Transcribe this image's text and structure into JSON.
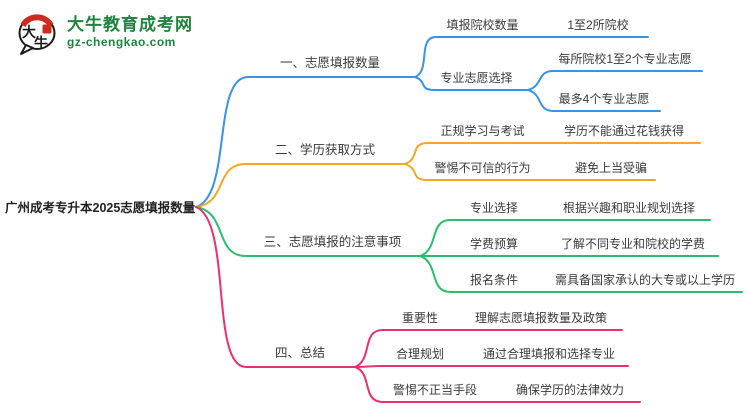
{
  "site": {
    "logo_title": "大牛教育成考网",
    "logo_domain": "gz-chengkao.com",
    "logo_char1": "大",
    "logo_char2": "牛",
    "brand_green": "#1e8440",
    "brand_red": "#cf2a20"
  },
  "mindmap": {
    "root": "广州成考专升本2025志愿填报数量",
    "branches": [
      {
        "label": "一、志愿填报数量",
        "color": "#3a92e8",
        "children": [
          {
            "label": "填报院校数量",
            "leaves": [
              "1至2所院校"
            ]
          },
          {
            "label": "专业志愿选择",
            "leaves": [
              "每所院校1至2个专业志愿",
              "最多4个专业志愿"
            ]
          }
        ]
      },
      {
        "label": "二、学历获取方式",
        "color": "#f5a623",
        "children": [
          {
            "label": "正规学习与考试",
            "leaves": [
              "学历不能通过花钱获得"
            ]
          },
          {
            "label": "警惕不可信的行为",
            "leaves": [
              "避免上当受骗"
            ]
          }
        ]
      },
      {
        "label": "三、志愿填报的注意事项",
        "color": "#2bbd6e",
        "children": [
          {
            "label": "专业选择",
            "leaves": [
              "根据兴趣和职业规划选择"
            ]
          },
          {
            "label": "学费预算",
            "leaves": [
              "了解不同专业和院校的学费"
            ]
          },
          {
            "label": "报名条件",
            "leaves": [
              "需具备国家承认的大专或以上学历"
            ]
          }
        ]
      },
      {
        "label": "四、总结",
        "color": "#ed2e6e",
        "children": [
          {
            "label": "重要性",
            "leaves": [
              "理解志愿填报数量及政策"
            ]
          },
          {
            "label": "合理规划",
            "leaves": [
              "通过合理填报和选择专业"
            ]
          },
          {
            "label": "警惕不正当手段",
            "leaves": [
              "确保学历的法律效力"
            ]
          }
        ]
      }
    ]
  }
}
